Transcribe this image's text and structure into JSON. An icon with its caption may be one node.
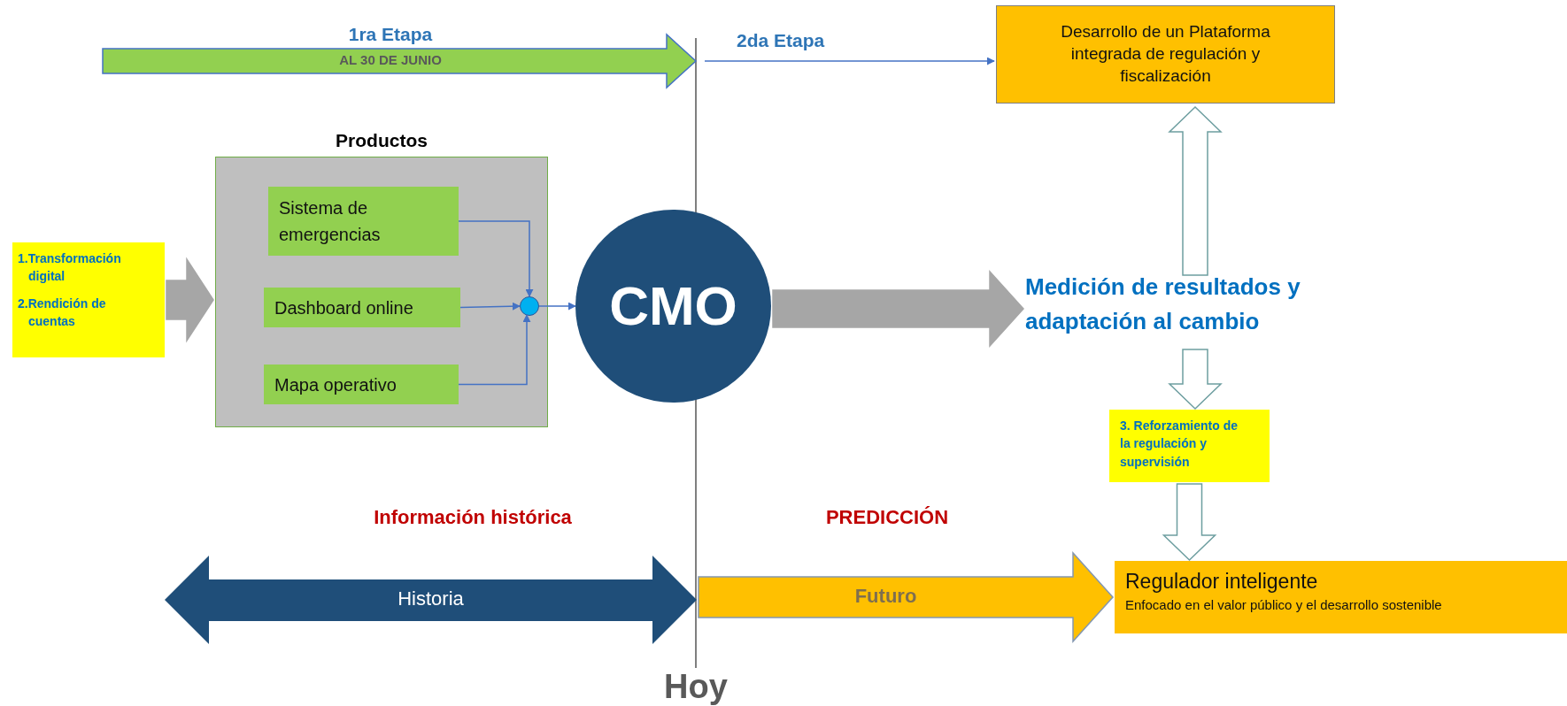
{
  "diagram": {
    "nodes": [
      {
        "text": [
          "1ra Etapa",
          "AL 30 DE JUNIO"
        ]
      },
      {
        "text": [
          "Desarrollo de un Plataforma integrada de regulación y fiscalización"
        ]
      },
      {
        "text": [
          "1.Transformación digital",
          "2.Rendición de cuentas"
        ]
      },
      {
        "text": [
          "Productos"
        ]
      },
      {
        "text": [
          "Sistema de emergencias"
        ],
        "in": 3
      },
      {
        "text": [
          "Dashboard online"
        ],
        "in": 3
      },
      {
        "text": [
          "Mapa operativo"
        ],
        "in": 3
      },
      {
        "text": [],
        "shape": "circle",
        "in": 3
      },
      {
        "text": [
          "CMO"
        ]
      },
      {
        "text": [
          "Medición de resultados y adaptación al cambio"
        ]
      },
      {
        "text": [
          "3. Reforzamiento de la regulación y supervisión"
        ]
      },
      {
        "text": [
          "Historia"
        ]
      },
      {
        "text": [
          "Regulador inteligente",
          "Enfocado en el valor público y el desarrollo sostenible"
        ]
      }
    ],
    "edges": [
      {
        "from": 0,
        "to": 1,
        "arrow": "to",
        "label": "2da Etapa"
      },
      {
        "from": 2,
        "to": 3,
        "arrow": "to",
        "style": "thick",
        "color": "#a6a6a6"
      },
      {
        "from": 4,
        "to": 7,
        "arrow": "to"
      },
      {
        "from": 5,
        "to": 7,
        "arrow": "to"
      },
      {
        "from": 6,
        "to": 7,
        "arrow": "to"
      },
      {
        "from": 7,
        "to": 8,
        "arrow": "to"
      },
      {
        "from": 8,
        "to": 9,
        "arrow": "to",
        "style": "thick",
        "color": "#a6a6a6"
      },
      {
        "from": 9,
        "to": 1,
        "arrow": "to",
        "style": "thick",
        "color": "#ffffff"
      },
      {
        "from": 9,
        "to": 10,
        "arrow": "to",
        "style": "thick",
        "color": "#ffffff"
      },
      {
        "from": 10,
        "to": 12,
        "arrow": "to",
        "style": "thick",
        "color": "#ffffff"
      },
      {
        "from": 11,
        "to": 12,
        "arrow": "to",
        "label": "Futuro",
        "style": "thick",
        "color": "#ffc000"
      }
    ],
    "labels": [
      "Información histórica",
      "PREDICCIÓN",
      "Hoy"
    ]
  }
}
